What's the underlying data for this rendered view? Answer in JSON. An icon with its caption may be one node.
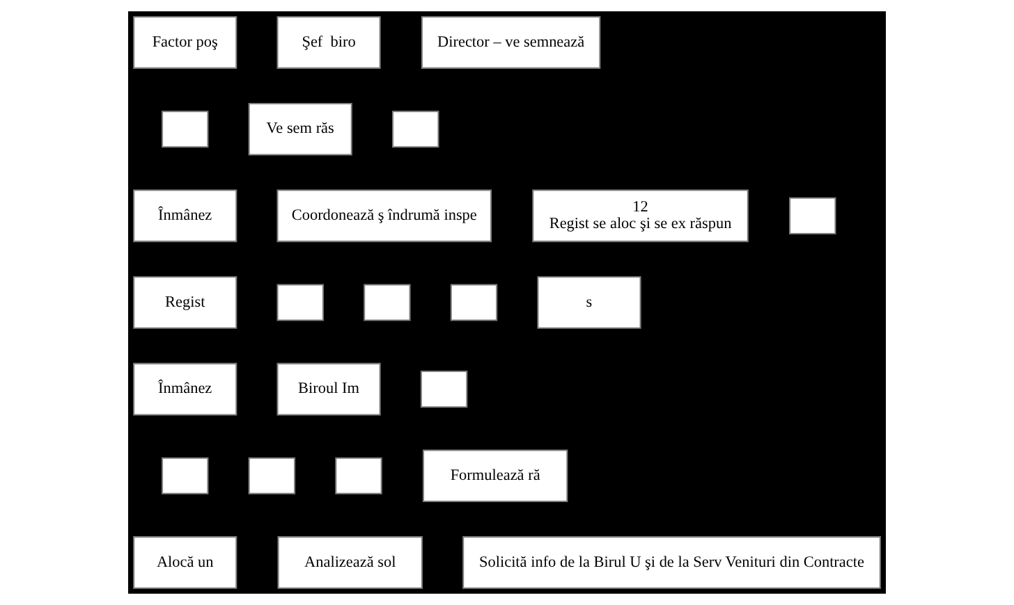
{
  "diagram": {
    "nodes": [
      {
        "text": [
          "Director – ve semnează"
        ]
      },
      {
        "text": [
          "Factor poş"
        ]
      },
      {
        "text": [
          "Şef  biro"
        ]
      },
      {
        "text": [
          "Ve sem răs"
        ]
      },
      {
        "text": [],
        "shape": "box"
      },
      {
        "text": [],
        "shape": "box"
      },
      {
        "text": [
          "Înmânez"
        ]
      },
      {
        "text": [
          "12",
          "Regist se aloc şi se ex răspun"
        ]
      },
      {
        "text": [
          "Coordonează ş îndrumă inspe"
        ]
      },
      {
        "text": [],
        "shape": "box"
      },
      {
        "text": [
          "s"
        ]
      },
      {
        "text": [],
        "shape": "box"
      },
      {
        "text": [],
        "shape": "box"
      },
      {
        "text": [
          "Regist"
        ]
      },
      {
        "text": [],
        "shape": "box"
      },
      {
        "text": [
          "Biroul Im"
        ]
      },
      {
        "text": [],
        "shape": "box"
      },
      {
        "text": [
          "Înmânez"
        ]
      },
      {
        "text": [],
        "shape": "box"
      },
      {
        "text": [],
        "shape": "box"
      },
      {
        "text": [],
        "shape": "box"
      },
      {
        "text": [
          "Formulează ră"
        ]
      },
      {
        "text": [
          "Alocă un"
        ]
      },
      {
        "text": [
          "Analizează sol"
        ]
      },
      {
        "text": [
          "Solicită info de la Birul U şi de la Serv Venituri din Contracte"
        ]
      }
    ]
  }
}
